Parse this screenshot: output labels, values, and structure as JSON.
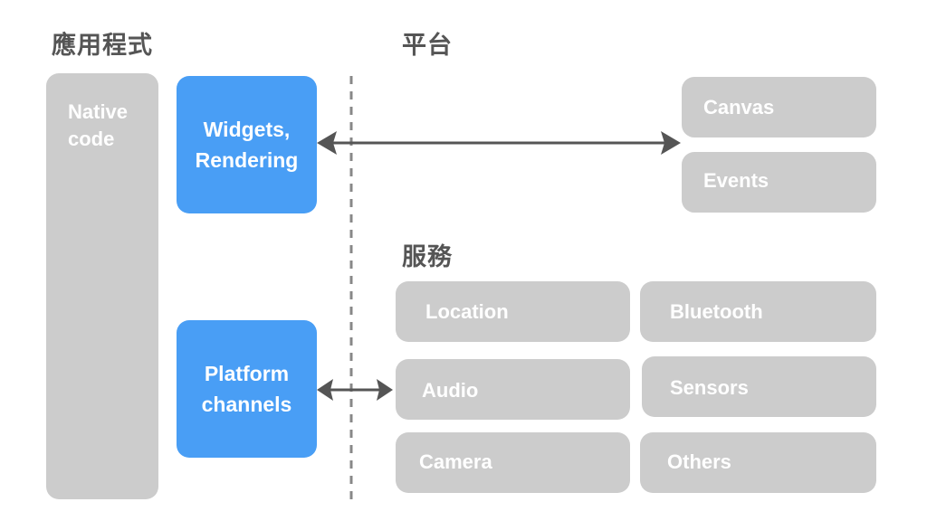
{
  "headings": {
    "app": "應用程式",
    "platform": "平台",
    "services": "服務"
  },
  "app_column": {
    "native_code": [
      "Native",
      "code"
    ],
    "widgets_rendering": [
      "Widgets,",
      "Rendering"
    ],
    "platform_channels": [
      "Platform",
      "channels"
    ]
  },
  "platform_items": [
    "Canvas",
    "Events"
  ],
  "service_items": [
    "Location",
    "Bluetooth",
    "Audio",
    "Sensors",
    "Camera",
    "Others"
  ],
  "colors": {
    "gray_box": "#cccccc",
    "blue_box": "#499ef5",
    "arrow": "#555555",
    "divider": "#888888"
  }
}
